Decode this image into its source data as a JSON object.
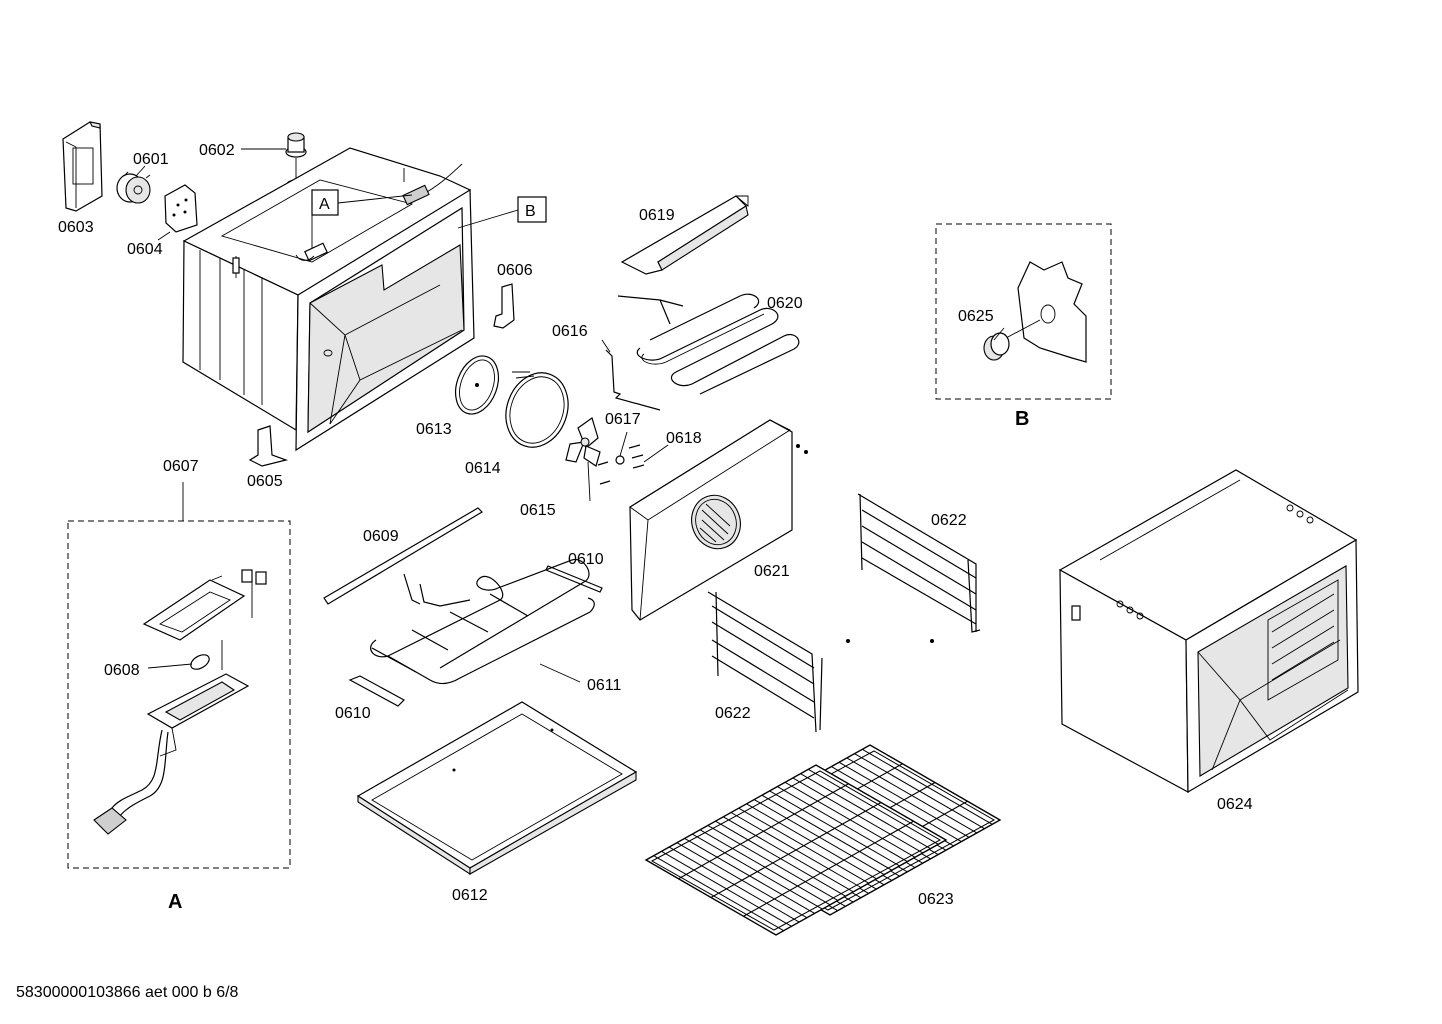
{
  "callouts": {
    "c0601": "0601",
    "c0602": "0602",
    "c0603": "0603",
    "c0604": "0604",
    "c0605": "0605",
    "c0606": "0606",
    "c0607": "0607",
    "c0608": "0608",
    "c0609": "0609",
    "c0610a": "0610",
    "c0610b": "0610",
    "c0611": "0611",
    "c0612": "0612",
    "c0613": "0613",
    "c0614": "0614",
    "c0615": "0615",
    "c0616": "0616",
    "c0617": "0617",
    "c0618": "0618",
    "c0619": "0619",
    "c0620": "0620",
    "c0621": "0621",
    "c0622a": "0622",
    "c0622b": "0622",
    "c0623": "0623",
    "c0624": "0624",
    "c0625": "0625"
  },
  "detail_tags": {
    "a": "A",
    "b": "B"
  },
  "detail_titles": {
    "a": "A",
    "b": "B"
  },
  "footer": "58300000103866 aet 000 b 6/8"
}
